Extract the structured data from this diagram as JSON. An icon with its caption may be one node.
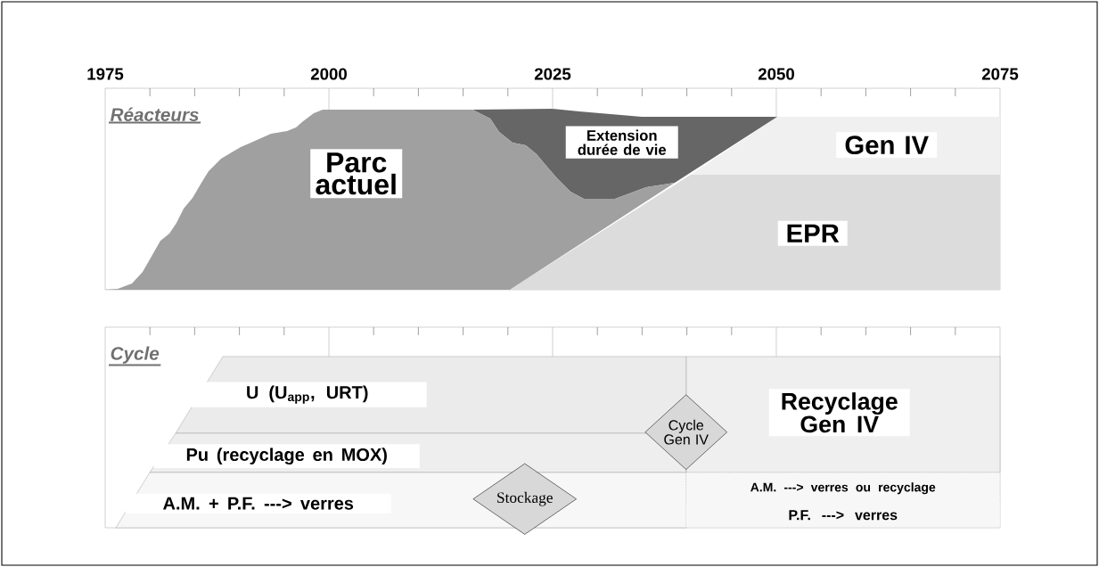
{
  "diagram": {
    "nodes": [
      {
        "text": [
          "Réacteurs"
        ]
      },
      {
        "text": [
          "Parc actuel"
        ],
        "in": 0
      },
      {
        "text": [
          "Extension durée de vie"
        ],
        "in": 0
      },
      {
        "text": [
          "Gen IV"
        ],
        "in": 0
      },
      {
        "text": [
          "EPR"
        ],
        "in": 0
      },
      {
        "text": [
          "Cycle"
        ]
      },
      {
        "text": [
          "U (U$_{app}$, URT)"
        ],
        "in": 5
      },
      {
        "text": [
          "Pu (recyclage en MOX)"
        ],
        "in": 5
      },
      {
        "text": [
          "A.M. + P.F. ---> verres"
        ],
        "in": 5
      },
      {
        "text": [
          "Stockage"
        ],
        "in": 5
      },
      {
        "text": [
          "Cycle Gen IV"
        ],
        "in": 5
      },
      {
        "text": [
          "Recyclage Gen IV"
        ],
        "in": 5
      },
      {
        "text": [
          "A.M. ---> verres ou recyclage"
        ],
        "in": 5
      },
      {
        "text": [
          "P.F. ---> verres"
        ],
        "in": 5
      }
    ],
    "labels": [
      "1975",
      "2000",
      "2025",
      "2050",
      "2075"
    ]
  }
}
